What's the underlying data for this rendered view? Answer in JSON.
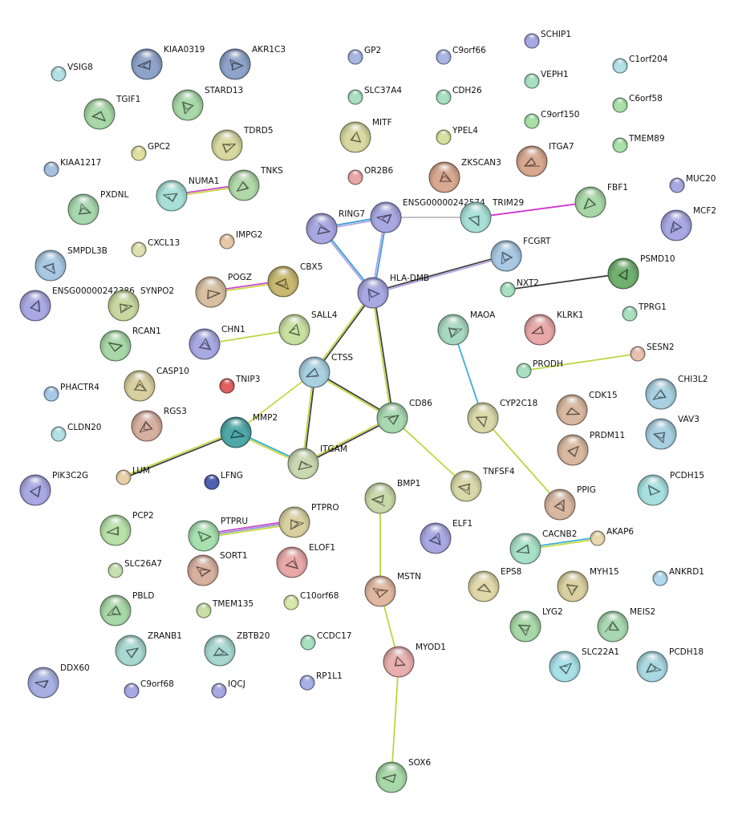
{
  "nodes": [
    {
      "id": "VSIG8",
      "color": "#b3e0e6",
      "structure": false
    },
    {
      "id": "KIAA0319",
      "color": "#8ea3c9",
      "structure": true
    },
    {
      "id": "AKR1C3",
      "color": "#8ea3c9",
      "structure": true
    },
    {
      "id": "GP2",
      "color": "#a8b6e3",
      "structure": false
    },
    {
      "id": "C9orf66",
      "color": "#a8b6e3",
      "structure": false
    },
    {
      "id": "SCHIP1",
      "color": "#a8a8e3",
      "structure": false
    },
    {
      "id": "C1orf204",
      "color": "#b3e0e6",
      "structure": false
    },
    {
      "id": "TGIF1",
      "color": "#a8d8a8",
      "structure": true
    },
    {
      "id": "STARD13",
      "color": "#a8d8a8",
      "structure": true
    },
    {
      "id": "SLC37A4",
      "color": "#a8e0c0",
      "structure": false
    },
    {
      "id": "CDH26",
      "color": "#a8e0c0",
      "structure": false
    },
    {
      "id": "VEPH1",
      "color": "#a8e0c0",
      "structure": false
    },
    {
      "id": "C6orf58",
      "color": "#a8e0a8",
      "structure": false
    },
    {
      "id": "MITF",
      "color": "#d8d8a0",
      "structure": true
    },
    {
      "id": "TDRD5",
      "color": "#d8d8a0",
      "structure": true
    },
    {
      "id": "YPEL4",
      "color": "#d8e0a0",
      "structure": false
    },
    {
      "id": "C9orf150",
      "color": "#a8e0a8",
      "structure": false
    },
    {
      "id": "KIAA1217",
      "color": "#a8c0e0",
      "structure": false
    },
    {
      "id": "GPC2",
      "color": "#e0e0a0",
      "structure": false
    },
    {
      "id": "ITGA7",
      "color": "#d8a890",
      "structure": true
    },
    {
      "id": "TMEM89",
      "color": "#a8e0a8",
      "structure": false
    },
    {
      "id": "ZKSCAN3",
      "color": "#d8a890",
      "structure": true
    },
    {
      "id": "OR2B6",
      "color": "#e8a8a8",
      "structure": false
    },
    {
      "id": "TNKS",
      "color": "#b0d8a8",
      "structure": true
    },
    {
      "id": "NUMA1",
      "color": "#a8e0d8",
      "structure": true
    },
    {
      "id": "PXDNL",
      "color": "#a8d8b0",
      "structure": true
    },
    {
      "id": "MUC20",
      "color": "#a8a8e3",
      "structure": false
    },
    {
      "id": "FBF1",
      "color": "#a8d8a8",
      "structure": true
    },
    {
      "id": "ENSG00000242574",
      "color": "#a8a8e3",
      "structure": true
    },
    {
      "id": "RING7",
      "color": "#a8a8e3",
      "structure": true
    },
    {
      "id": "TRIM29",
      "color": "#a8e0d8",
      "structure": true
    },
    {
      "id": "MCF2",
      "color": "#a8a8e3",
      "structure": true
    },
    {
      "id": "IMPG2",
      "color": "#e8c8a8",
      "structure": false
    },
    {
      "id": "CXCL13",
      "color": "#e0e0b0",
      "structure": false
    },
    {
      "id": "SMPDL3B",
      "color": "#a8c8e3",
      "structure": true
    },
    {
      "id": "FCGRT",
      "color": "#a8c8e3",
      "structure": true
    },
    {
      "id": "PSMD10",
      "color": "#70b070",
      "structure": true
    },
    {
      "id": "POGZ",
      "color": "#d8c0a0",
      "structure": true
    },
    {
      "id": "CBX5",
      "color": "#c8b870",
      "structure": true
    },
    {
      "id": "HLA-DMB",
      "color": "#a8a8e3",
      "structure": true
    },
    {
      "id": "ENSG00000242386",
      "color": "#a8a8e3",
      "structure": true
    },
    {
      "id": "SYNPO2",
      "color": "#c8d8a0",
      "structure": true
    },
    {
      "id": "NXT2",
      "color": "#a8e0c0",
      "structure": false
    },
    {
      "id": "TPRG1",
      "color": "#a8e0c0",
      "structure": false
    },
    {
      "id": "SALL4",
      "color": "#c8e0a0",
      "structure": true
    },
    {
      "id": "MAOA",
      "color": "#a8d8c0",
      "structure": true
    },
    {
      "id": "KLRK1",
      "color": "#e8a8a8",
      "structure": true
    },
    {
      "id": "RCAN1",
      "color": "#a8d8a8",
      "structure": true
    },
    {
      "id": "CHN1",
      "color": "#a8a8e3",
      "structure": true
    },
    {
      "id": "SESN2",
      "color": "#e8c0b0",
      "structure": false
    },
    {
      "id": "CTSS",
      "color": "#a8d0e0",
      "structure": true
    },
    {
      "id": "PRODH",
      "color": "#a8e0c0",
      "structure": false
    },
    {
      "id": "CASP10",
      "color": "#d8d0a0",
      "structure": true
    },
    {
      "id": "TNIP3",
      "color": "#e06060",
      "structure": false
    },
    {
      "id": "CHI3L2",
      "color": "#a8d0e0",
      "structure": true
    },
    {
      "id": "PHACTR4",
      "color": "#a8c8e8",
      "structure": false
    },
    {
      "id": "CDK15",
      "color": "#d8b8a0",
      "structure": true
    },
    {
      "id": "CYP2C18",
      "color": "#d8d8a8",
      "structure": true
    },
    {
      "id": "RGS3",
      "color": "#d8b0a0",
      "structure": true
    },
    {
      "id": "CD86",
      "color": "#a8d8b0",
      "structure": true
    },
    {
      "id": "MMP2",
      "color": "#50a8a8",
      "structure": true
    },
    {
      "id": "VAV3",
      "color": "#a8d0e0",
      "structure": true
    },
    {
      "id": "CLDN20",
      "color": "#b3e0e6",
      "structure": false
    },
    {
      "id": "PRDM11",
      "color": "#d8b8a0",
      "structure": true
    },
    {
      "id": "ITGAM",
      "color": "#c8d8b0",
      "structure": true
    },
    {
      "id": "TNFSF4",
      "color": "#d8d8a8",
      "structure": true
    },
    {
      "id": "LUM",
      "color": "#e8d0a8",
      "structure": false
    },
    {
      "id": "PIK3C2G",
      "color": "#a8a8e3",
      "structure": true
    },
    {
      "id": "LFNG",
      "color": "#5060b0",
      "structure": false
    },
    {
      "id": "BMP1",
      "color": "#c8d8a8",
      "structure": true
    },
    {
      "id": "PCDH15",
      "color": "#a8e0e0",
      "structure": true
    },
    {
      "id": "PPIG",
      "color": "#d8b8a0",
      "structure": true
    },
    {
      "id": "PTPRO",
      "color": "#d8d0a0",
      "structure": true
    },
    {
      "id": "PCP2",
      "color": "#b8e0a8",
      "structure": true
    },
    {
      "id": "PTPRU",
      "color": "#a8e0b0",
      "structure": true
    },
    {
      "id": "ELF1",
      "color": "#a8a8e3",
      "structure": true
    },
    {
      "id": "AKAP6",
      "color": "#e8d8b0",
      "structure": false
    },
    {
      "id": "CACNB2",
      "color": "#a8e0c8",
      "structure": true
    },
    {
      "id": "SORT1",
      "color": "#d8b0a0",
      "structure": true
    },
    {
      "id": "ELOF1",
      "color": "#e8a8a8",
      "structure": true
    },
    {
      "id": "SLC26A7",
      "color": "#c8e0b0",
      "structure": false
    },
    {
      "id": "ANKRD1",
      "color": "#b3d8f0",
      "structure": false
    },
    {
      "id": "MSTN",
      "color": "#e0b8a0",
      "structure": true
    },
    {
      "id": "EPS8",
      "color": "#e0d8a8",
      "structure": true
    },
    {
      "id": "MYH15",
      "color": "#d8d0a0",
      "structure": true
    },
    {
      "id": "PBLD",
      "color": "#a8d8a8",
      "structure": true
    },
    {
      "id": "TMEM135",
      "color": "#c8e0a8",
      "structure": false
    },
    {
      "id": "C10orf68",
      "color": "#d8e8a8",
      "structure": false
    },
    {
      "id": "LYG2",
      "color": "#a8d8a8",
      "structure": true
    },
    {
      "id": "MEIS2",
      "color": "#a8d8b0",
      "structure": true
    },
    {
      "id": "ZRANB1",
      "color": "#a8d8d0",
      "structure": true
    },
    {
      "id": "ZBTB20",
      "color": "#a8d8d0",
      "structure": true
    },
    {
      "id": "CCDC17",
      "color": "#a8e0c0",
      "structure": false
    },
    {
      "id": "MYOD1",
      "color": "#e8b0b0",
      "structure": true
    },
    {
      "id": "SLC22A1",
      "color": "#a8e0e8",
      "structure": true
    },
    {
      "id": "PCDH18",
      "color": "#a8d8e0",
      "structure": true
    },
    {
      "id": "DDX60",
      "color": "#a8b0e3",
      "structure": true
    },
    {
      "id": "C9orf68",
      "color": "#a8a8e3",
      "structure": false
    },
    {
      "id": "IQCJ",
      "color": "#a8a8e3",
      "structure": false
    },
    {
      "id": "RP1L1",
      "color": "#a8b0e3",
      "structure": false
    },
    {
      "id": "SOX6",
      "color": "#a8d8a8",
      "structure": true
    }
  ],
  "edges": [
    {
      "source": "NUMA1",
      "target": "TNKS",
      "colors": [
        "#c848c8",
        "#c8d848"
      ]
    },
    {
      "source": "ENSG00000242574",
      "target": "TRIM29",
      "colors": []
    },
    {
      "source": "TRIM29",
      "target": "FBF1",
      "colors": [
        "#d030d0"
      ]
    },
    {
      "source": "RING7",
      "target": "ENSG00000242574",
      "colors": [
        "#38a0d0",
        "#b0a0e8"
      ]
    },
    {
      "source": "RING7",
      "target": "HLA-DMB",
      "colors": [
        "#38a0d0",
        "#b0a0e8"
      ]
    },
    {
      "source": "ENSG00000242574",
      "target": "HLA-DMB",
      "colors": [
        "#38a0d0",
        "#b0a0e8"
      ]
    },
    {
      "source": "HLA-DMB",
      "target": "FCGRT",
      "colors": [
        "#404040",
        "#b0a0e8"
      ]
    },
    {
      "source": "NXT2",
      "target": "PSMD10",
      "colors": [
        "#404040"
      ]
    },
    {
      "source": "POGZ",
      "target": "CBX5",
      "colors": [
        "#c848c8",
        "#c8d848"
      ]
    },
    {
      "source": "CHN1",
      "target": "SALL4",
      "colors": [
        "#b8d840"
      ]
    },
    {
      "source": "HLA-DMB",
      "target": "CTSS",
      "colors": [
        "#404040",
        "#c8d848"
      ]
    },
    {
      "source": "HLA-DMB",
      "target": "CD86",
      "colors": [
        "#404040",
        "#c8d848"
      ]
    },
    {
      "source": "MAOA",
      "target": "CYP2C18",
      "colors": [
        "#38b0d0"
      ]
    },
    {
      "source": "PRODH",
      "target": "SESN2",
      "colors": [
        "#b8d840"
      ]
    },
    {
      "source": "CTSS",
      "target": "CD86",
      "colors": [
        "#404040",
        "#c8d848"
      ]
    },
    {
      "source": "CTSS",
      "target": "ITGAM",
      "colors": [
        "#404040",
        "#c8d848"
      ]
    },
    {
      "source": "CTSS",
      "target": "MMP2",
      "colors": [
        "#c8d848"
      ]
    },
    {
      "source": "MMP2",
      "target": "ITGAM",
      "colors": [
        "#38b0d0",
        "#c8d848"
      ]
    },
    {
      "source": "MMP2",
      "target": "LUM",
      "colors": [
        "#404040",
        "#c8d848"
      ]
    },
    {
      "source": "CD86",
      "target": "ITGAM",
      "colors": [
        "#404040",
        "#c8d848"
      ]
    },
    {
      "source": "CD86",
      "target": "TNFSF4",
      "colors": [
        "#b8d840"
      ]
    },
    {
      "source": "CYP2C18",
      "target": "PPIG",
      "colors": [
        "#b8d840"
      ]
    },
    {
      "source": "PTPRU",
      "target": "PTPRO",
      "colors": [
        "#c848c8",
        "#9090d8",
        "#c8d848"
      ]
    },
    {
      "source": "CACNB2",
      "target": "AKAP6",
      "colors": [
        "#38b0d0",
        "#c8d848"
      ]
    },
    {
      "source": "BMP1",
      "target": "MSTN",
      "colors": [
        "#b8d840"
      ]
    },
    {
      "source": "MSTN",
      "target": "MYOD1",
      "colors": [
        "#b8d840"
      ]
    },
    {
      "source": "MYOD1",
      "target": "SOX6",
      "colors": [
        "#b8d840"
      ]
    }
  ]
}
